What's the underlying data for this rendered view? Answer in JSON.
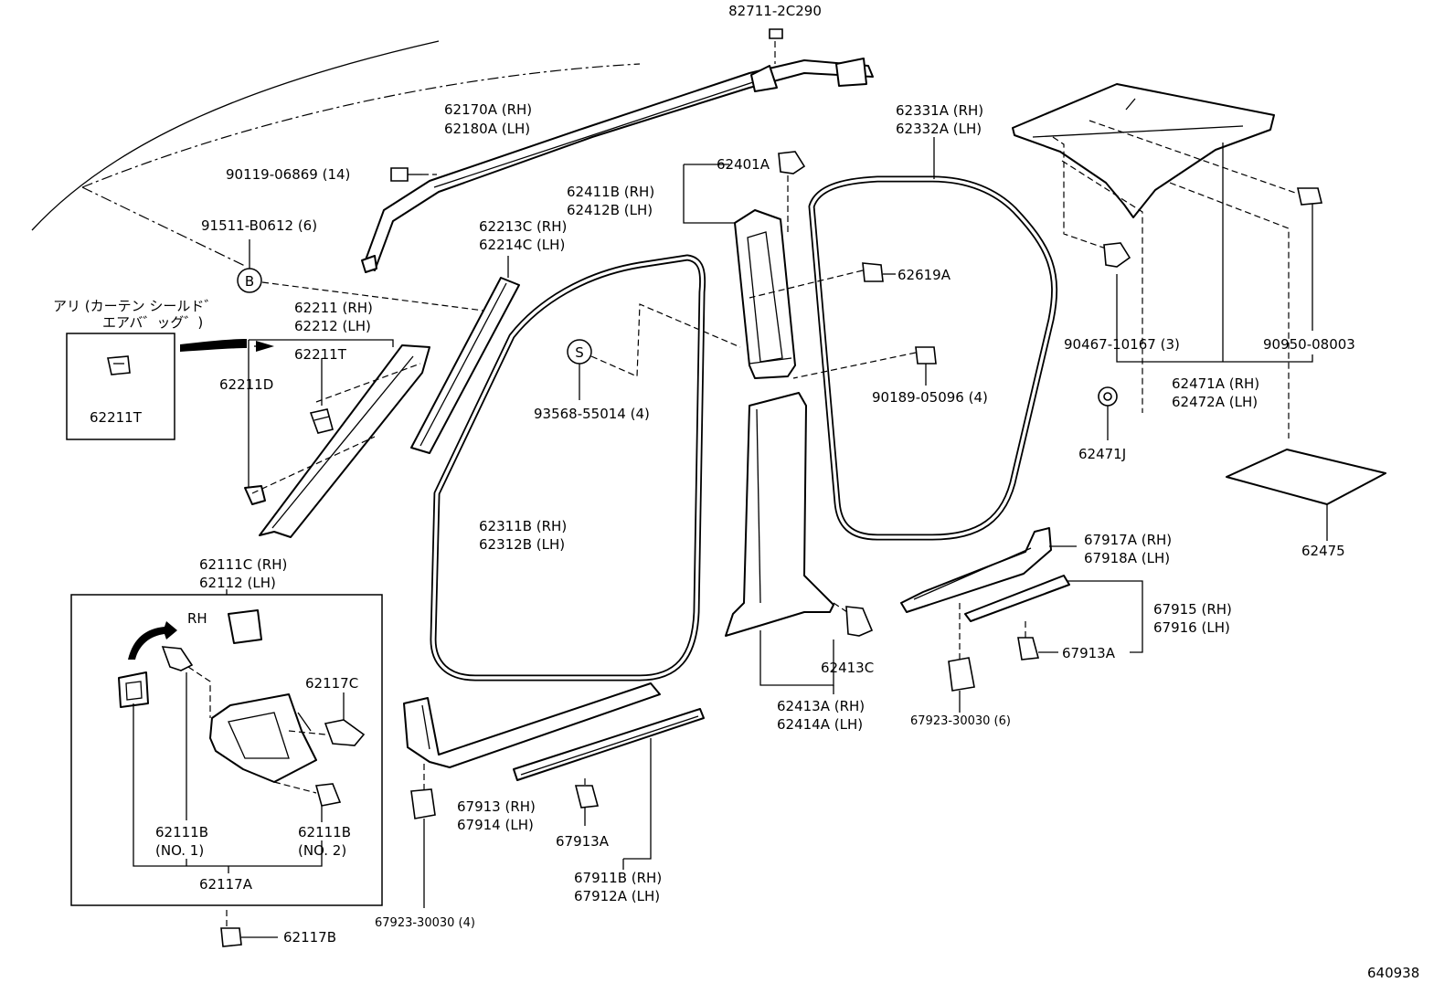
{
  "diagram_id": "640938",
  "callouts": {
    "c82711": "82711-2C290",
    "c62170": "62170A (RH)",
    "c62180": "62180A (LH)",
    "c90119": "90119-06869 (14)",
    "c91511": "91511-B0612 (6)",
    "cB": "B",
    "cS": "S",
    "jp1": "アリ (カーテン シールド゛",
    "jp2": "エアバ゛ッグ゛)",
    "c62211T_box": "62211T",
    "c62211": "62211 (RH)",
    "c62212": "62212 (LH)",
    "c62211T": "62211T",
    "c62211D": "62211D",
    "c62213C": "62213C (RH)",
    "c62214C": "62214C (LH)",
    "c62401A": "62401A",
    "c62411B": "62411B (RH)",
    "c62412B": "62412B (LH)",
    "c62331A": "62331A (RH)",
    "c62332A": "62332A (LH)",
    "c62619A": "62619A",
    "c90189": "90189-05096 (4)",
    "c93568": "93568-55014 (4)",
    "c62311B": "62311B (RH)",
    "c62312B": "62312B (LH)",
    "c90467": "90467-10167 (3)",
    "c90950": "90950-08003",
    "c62471A": "62471A (RH)",
    "c62472A": "62472A (LH)",
    "c62471J": "62471J",
    "c62475": "62475",
    "c62111C": "62111C (RH)",
    "c62112": "62112  (LH)",
    "rh": "RH",
    "c62117C": "62117C",
    "c62111B1": "62111B",
    "c62111B1n": "(NO. 1)",
    "c62111B2": "62111B",
    "c62111B2n": "(NO. 2)",
    "c62117A": "62117A",
    "c62117B": "62117B",
    "c67917A": "67917A (RH)",
    "c67918A": "67918A (LH)",
    "c67915": "67915 (RH)",
    "c67916": "67916 (LH)",
    "c67913A_r": "67913A",
    "c62413C": "62413C",
    "c62413A": "62413A (RH)",
    "c62414A": "62414A (LH)",
    "c67923_r": "67923-30030 (6)",
    "c67913": "67913 (RH)",
    "c67914": "67914 (LH)",
    "c67913A_m": "67913A",
    "c67911B": "67911B (RH)",
    "c67912A": "67912A (LH)",
    "c67923_l": "67923-30030 (4)"
  }
}
